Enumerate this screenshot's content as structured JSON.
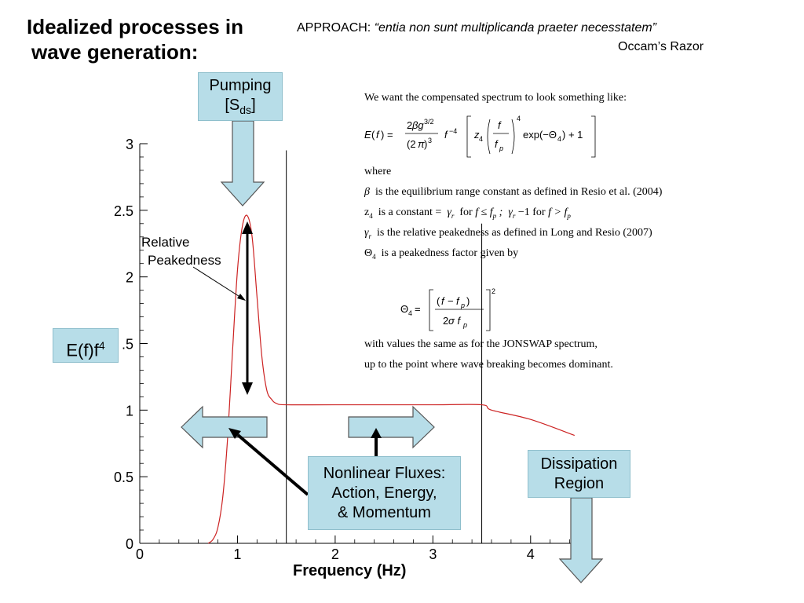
{
  "slide": {
    "title_line1": "Idealized processes in",
    "title_line2": "wave generation:",
    "approach_label": "APPROACH:",
    "approach_quote": "“entia non sunt multiplicanda praeter necesstatem”",
    "attribution": "Occam’s Razor"
  },
  "boxes": {
    "pumping_line1": "Pumping",
    "pumping_line2_pre": "[S",
    "pumping_line2_sub": "ds",
    "pumping_line2_post": "]",
    "ef_label": "E(f)f",
    "ef_sup": "4",
    "nonlinear_line1": "Nonlinear Fluxes:",
    "nonlinear_line2": "Action, Energy,",
    "nonlinear_line3": "& Momentum",
    "dissipation_line1": "Dissipation",
    "dissipation_line2": "Region"
  },
  "annotations": {
    "relative_line1": "Relative",
    "relative_line2": "Peakedness"
  },
  "text_block": {
    "intro": "We want the compensated spectrum to look something like:",
    "where": "where",
    "beta_def": "is the equilibrium range constant as defined in Resio et al. (2004)",
    "z4_def": "is a constant =",
    "gamma_def": "is the relative peakedness as defined in Long and Resio (2007)",
    "theta_def": "is a peakedness factor given by",
    "closing1": "with values the same  as for the JONSWAP spectrum,",
    "closing2": "up to the point where wave breaking becomes dominant."
  },
  "chart_data": {
    "type": "line",
    "xlabel": "Frequency (Hz)",
    "ylabel": "E(f)f⁴",
    "xlim": [
      0,
      4.5
    ],
    "ylim": [
      0,
      3
    ],
    "x_ticks": [
      "0",
      "1",
      "2",
      "3",
      "4"
    ],
    "y_ticks": [
      "0",
      "0.5",
      "1",
      ".5",
      "2",
      "2.5",
      "3"
    ],
    "y_tick_values": [
      0,
      0.5,
      1,
      1.5,
      2,
      2.5,
      3
    ],
    "vertical_lines_x": [
      1.5,
      3.5
    ],
    "series": [
      {
        "color": "#cc2222",
        "x": [
          0.7,
          0.75,
          0.8,
          0.85,
          0.9,
          0.95,
          1.0,
          1.05,
          1.1,
          1.15,
          1.2,
          1.25,
          1.3,
          1.35,
          1.4,
          1.5,
          2.0,
          3.0,
          3.5,
          3.6,
          4.0,
          4.45
        ],
        "y": [
          0.0,
          0.03,
          0.12,
          0.35,
          0.8,
          1.45,
          2.05,
          2.38,
          2.46,
          2.3,
          1.85,
          1.4,
          1.15,
          1.08,
          1.05,
          1.04,
          1.04,
          1.04,
          1.04,
          1.0,
          0.93,
          0.81
        ]
      }
    ]
  }
}
